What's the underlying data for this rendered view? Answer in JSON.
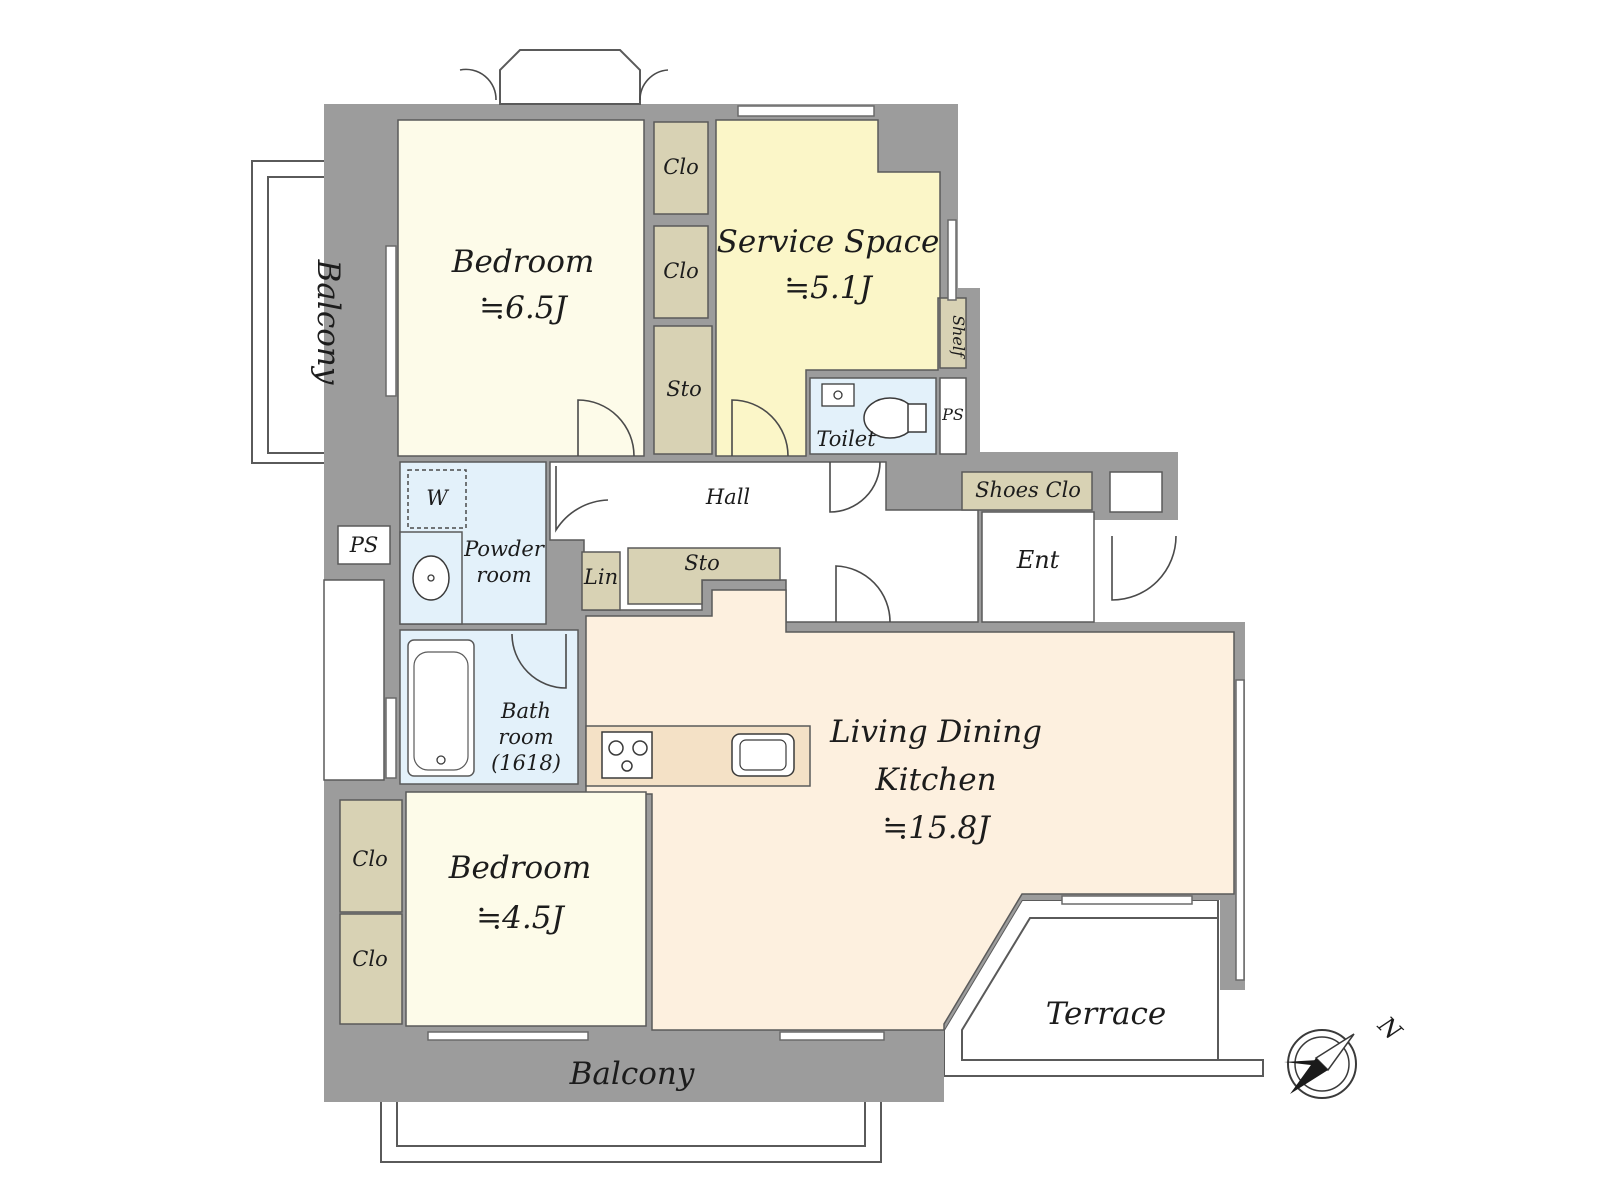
{
  "colors": {
    "wall": "#9c9c9c",
    "bedroom": "#fdfbe9",
    "service_space": "#fbf6c8",
    "wet_area": "#e3f1fa",
    "ldk": "#fdf0df",
    "storage": "#d8d2b4",
    "outdoor": "#ffffff"
  },
  "rooms": {
    "bedroom_north": {
      "name": "Bedroom",
      "area": "≒6.5J"
    },
    "service_space": {
      "name": "Service Space",
      "area": "≒5.1J"
    },
    "bedroom_south": {
      "name": "Bedroom",
      "area": "≒4.5J"
    },
    "ldk": {
      "name_line1": "Living Dining",
      "name_line2": "Kitchen",
      "area": "≒15.8J"
    },
    "hall": "Hall",
    "entrance": "Ent",
    "shoes_closet": "Shoes Clo",
    "toilet": "Toilet",
    "powder_room_line1": "Powder",
    "powder_room_line2": "room",
    "bath_line1": "Bath",
    "bath_line2": "room",
    "bath_line3": "(1618)",
    "washer": "W",
    "linen": "Lin",
    "shelf": "Shelf",
    "ps_west": "PS",
    "ps_toilet": "PS",
    "closet_n1": "Clo",
    "closet_n2": "Clo",
    "storage_n": "Sto",
    "storage_hall": "Sto",
    "closet_s1": "Clo",
    "closet_s2": "Clo"
  },
  "outdoor": {
    "balcony_west": "Balcony",
    "balcony_south": "Balcony",
    "terrace": "Terrace"
  },
  "compass": {
    "north_label": "N",
    "icon": "compass-icon"
  }
}
